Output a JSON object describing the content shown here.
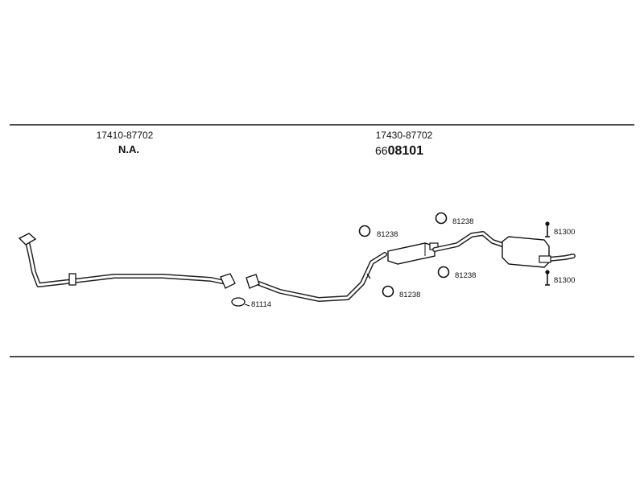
{
  "colors": {
    "ink": "#111111",
    "background": "#ffffff"
  },
  "sections": [
    {
      "part_number": "17410-87702",
      "reference": "N.A."
    },
    {
      "part_number": "17430-87702",
      "kit_prefix": "66",
      "kit_number": "08101"
    }
  ],
  "components": {
    "gasket": {
      "part": "81114",
      "icon": "gasket-icon"
    },
    "rubber_mounts": [
      {
        "id": "a",
        "part": "81238",
        "icon": "ring-icon"
      },
      {
        "id": "b",
        "part": "81238",
        "icon": "ring-icon"
      },
      {
        "id": "c",
        "part": "81238",
        "icon": "ring-icon"
      },
      {
        "id": "d",
        "part": "81238",
        "icon": "ring-icon"
      }
    ],
    "bolts": [
      {
        "id": "a",
        "part": "81300",
        "icon": "bolt-icon"
      },
      {
        "id": "b",
        "part": "81300",
        "icon": "bolt-icon"
      }
    ]
  }
}
